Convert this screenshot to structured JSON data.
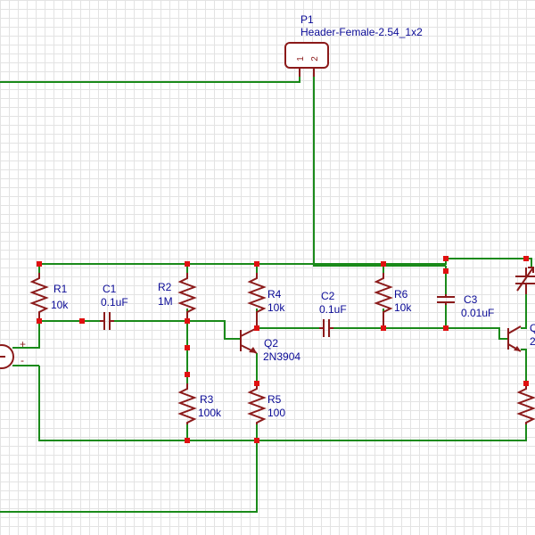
{
  "colors": {
    "wire": "#1a8a1a",
    "component": "#8b1a1a",
    "label": "#0a0a96",
    "junction": "#e01010",
    "grid": "#e3e3e3"
  },
  "header": {
    "designator": "P1",
    "part": "Header-Female-2.54_1x2",
    "pin1": "1",
    "pin2": "2"
  },
  "components": {
    "r1": {
      "designator": "R1",
      "value": "10k"
    },
    "c1": {
      "designator": "C1",
      "value": "0.1uF"
    },
    "r2": {
      "designator": "R2",
      "value": "1M"
    },
    "r3": {
      "designator": "R3",
      "value": "100k"
    },
    "r4": {
      "designator": "R4",
      "value": "10k"
    },
    "q2": {
      "designator": "Q2",
      "value": "2N3904"
    },
    "r5": {
      "designator": "R5",
      "value": "100"
    },
    "c2": {
      "designator": "C2",
      "value": "0.1uF"
    },
    "r6": {
      "designator": "R6",
      "value": "10k"
    },
    "c3": {
      "designator": "C3",
      "value": "0.01uF"
    }
  },
  "source": {
    "plus": "+",
    "minus": "-"
  },
  "partial": {
    "q_letter": "Q",
    "q_digit": "2"
  }
}
